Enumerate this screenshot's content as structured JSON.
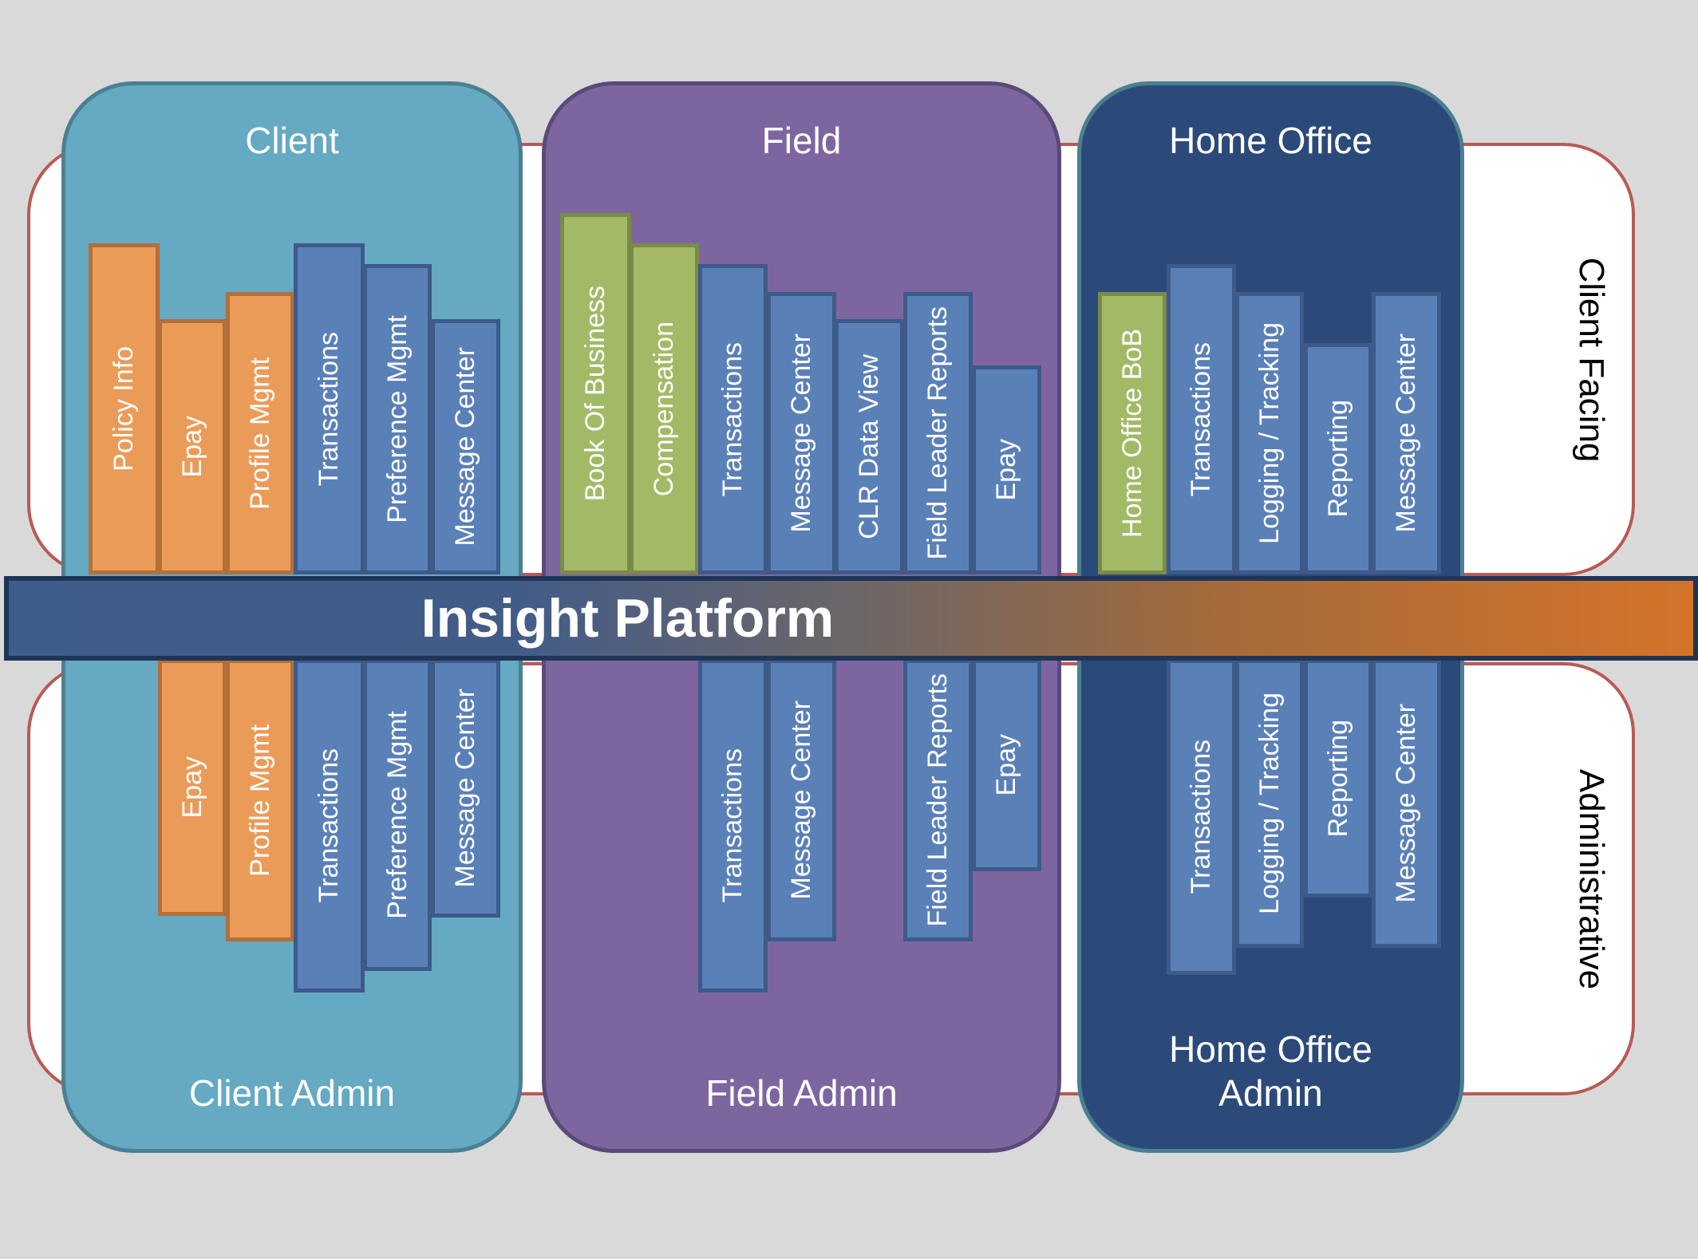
{
  "bands": {
    "top_label": "Client Facing",
    "bottom_label": "Administrative"
  },
  "platform": {
    "label": "Insight Platform"
  },
  "groups": {
    "client": {
      "title": "Client",
      "admin_title": "Client Admin",
      "top_books": [
        {
          "label": "Policy Info",
          "color": "orange"
        },
        {
          "label": "Epay",
          "color": "orange"
        },
        {
          "label": "Profile Mgmt",
          "color": "orange"
        },
        {
          "label": "Transactions",
          "color": "blue"
        },
        {
          "label": "Preference Mgmt",
          "color": "blue"
        },
        {
          "label": "Message Center",
          "color": "blue"
        }
      ],
      "bottom_books": [
        {
          "label": "Epay",
          "color": "orange"
        },
        {
          "label": "Profile Mgmt",
          "color": "orange"
        },
        {
          "label": "Transactions",
          "color": "blue"
        },
        {
          "label": "Preference Mgmt",
          "color": "blue"
        },
        {
          "label": "Message Center",
          "color": "blue"
        }
      ]
    },
    "field": {
      "title": "Field",
      "admin_title": "Field Admin",
      "top_books": [
        {
          "label": "Book Of Business",
          "color": "green"
        },
        {
          "label": "Compensation",
          "color": "green"
        },
        {
          "label": "Transactions",
          "color": "blue"
        },
        {
          "label": "Message Center",
          "color": "blue"
        },
        {
          "label": "CLR Data View",
          "color": "blue"
        },
        {
          "label": "Field Leader Reports",
          "color": "blue"
        },
        {
          "label": "Epay",
          "color": "blue"
        }
      ],
      "bottom_books": [
        {
          "label": "Transactions",
          "color": "blue"
        },
        {
          "label": "Message Center",
          "color": "blue"
        },
        {
          "label": "Field Leader Reports",
          "color": "blue"
        },
        {
          "label": "Epay",
          "color": "blue"
        }
      ]
    },
    "home_office": {
      "title": "Home  Office",
      "admin_title": "Home  Office\nAdmin",
      "top_books": [
        {
          "label": "Home Office BoB",
          "color": "green"
        },
        {
          "label": "Transactions",
          "color": "blue"
        },
        {
          "label": "Logging / Tracking",
          "color": "blue"
        },
        {
          "label": "Reporting",
          "color": "blue"
        },
        {
          "label": "Message Center",
          "color": "blue"
        }
      ],
      "bottom_books": [
        {
          "label": "Transactions",
          "color": "blue"
        },
        {
          "label": "Logging / Tracking",
          "color": "blue"
        },
        {
          "label": "Reporting",
          "color": "blue"
        },
        {
          "label": "Message Center",
          "color": "blue"
        }
      ]
    }
  }
}
